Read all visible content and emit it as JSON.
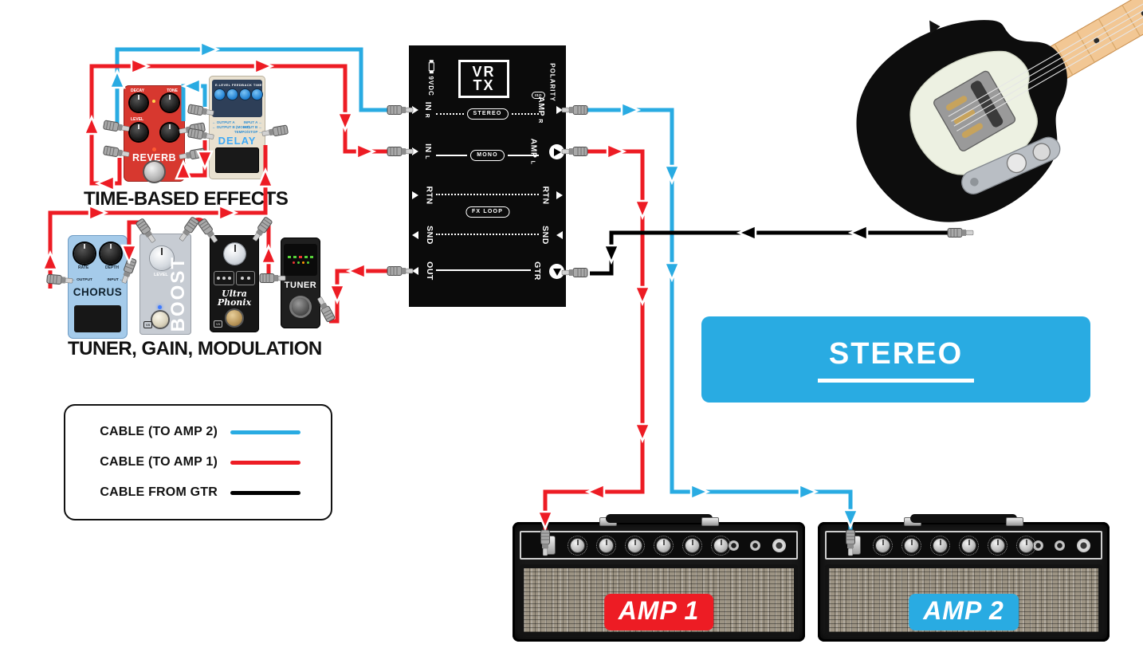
{
  "sections": {
    "time_based": "TIME-BASED EFFECTS",
    "tuner_gain_mod": "TUNER, GAIN, MODULATION"
  },
  "banner": {
    "label": "STEREO",
    "color": "#29abe2"
  },
  "legend": {
    "items": [
      {
        "label": "CABLE (TO AMP 2)",
        "color": "#29abe2"
      },
      {
        "label": "CABLE (TO AMP 1)",
        "color": "#ed1c24"
      },
      {
        "label": "CABLE FROM GTR",
        "color": "#000000"
      }
    ]
  },
  "cables": {
    "amp2": "#29abe2",
    "amp1": "#ed1c24",
    "gtr": "#000000"
  },
  "junction": {
    "logo1": "VR",
    "logo2": "TX",
    "left_edge": "9VDC",
    "right_edge": "POLARITY",
    "iso": "ISO",
    "rows": {
      "in_r": {
        "left": "IN",
        "left_sub": "R",
        "center": "STEREO",
        "right": "AMP",
        "right_sub": "R"
      },
      "in_l": {
        "left": "IN",
        "left_sub": "L",
        "center": "MONO",
        "right": "AMP",
        "right_sub": "L"
      },
      "rtn": {
        "left": "RTN",
        "right": "RTN"
      },
      "fx": {
        "center": "FX LOOP"
      },
      "snd": {
        "left": "SND",
        "right": "SND"
      },
      "out": {
        "left": "OUT",
        "right": "GTR"
      }
    }
  },
  "pedals": {
    "reverb": {
      "name": "REVERB",
      "knob1": "DECAY",
      "knob2": "TONE",
      "knob3": "LEVEL"
    },
    "delay": {
      "name": "DELAY",
      "knob_row": "E.LEVEL  FEEDBACK  TIME",
      "out_a": "← OUTPUT A",
      "out_b": "← OUTPUT B (MONO)",
      "in_a": "INPUT A ←",
      "in_b": "INPUT B ←",
      "tempo": "TEMPO/STOP ←"
    },
    "chorus": {
      "name": "CHORUS",
      "knob1": "RATE",
      "knob2": "DEPTH",
      "out": "← OUTPUT",
      "in": "INPUT ←"
    },
    "boost": {
      "name": "BOOST",
      "knob": "LEVEL"
    },
    "phonix": {
      "name_line1": "Ultra",
      "name_line2": "Phonix"
    },
    "tuner": {
      "name": "TUNER"
    }
  },
  "amps": {
    "amp1": {
      "badge": "AMP 1",
      "color": "#ed1c24"
    },
    "amp2": {
      "badge": "AMP 2",
      "color": "#29abe2"
    }
  }
}
